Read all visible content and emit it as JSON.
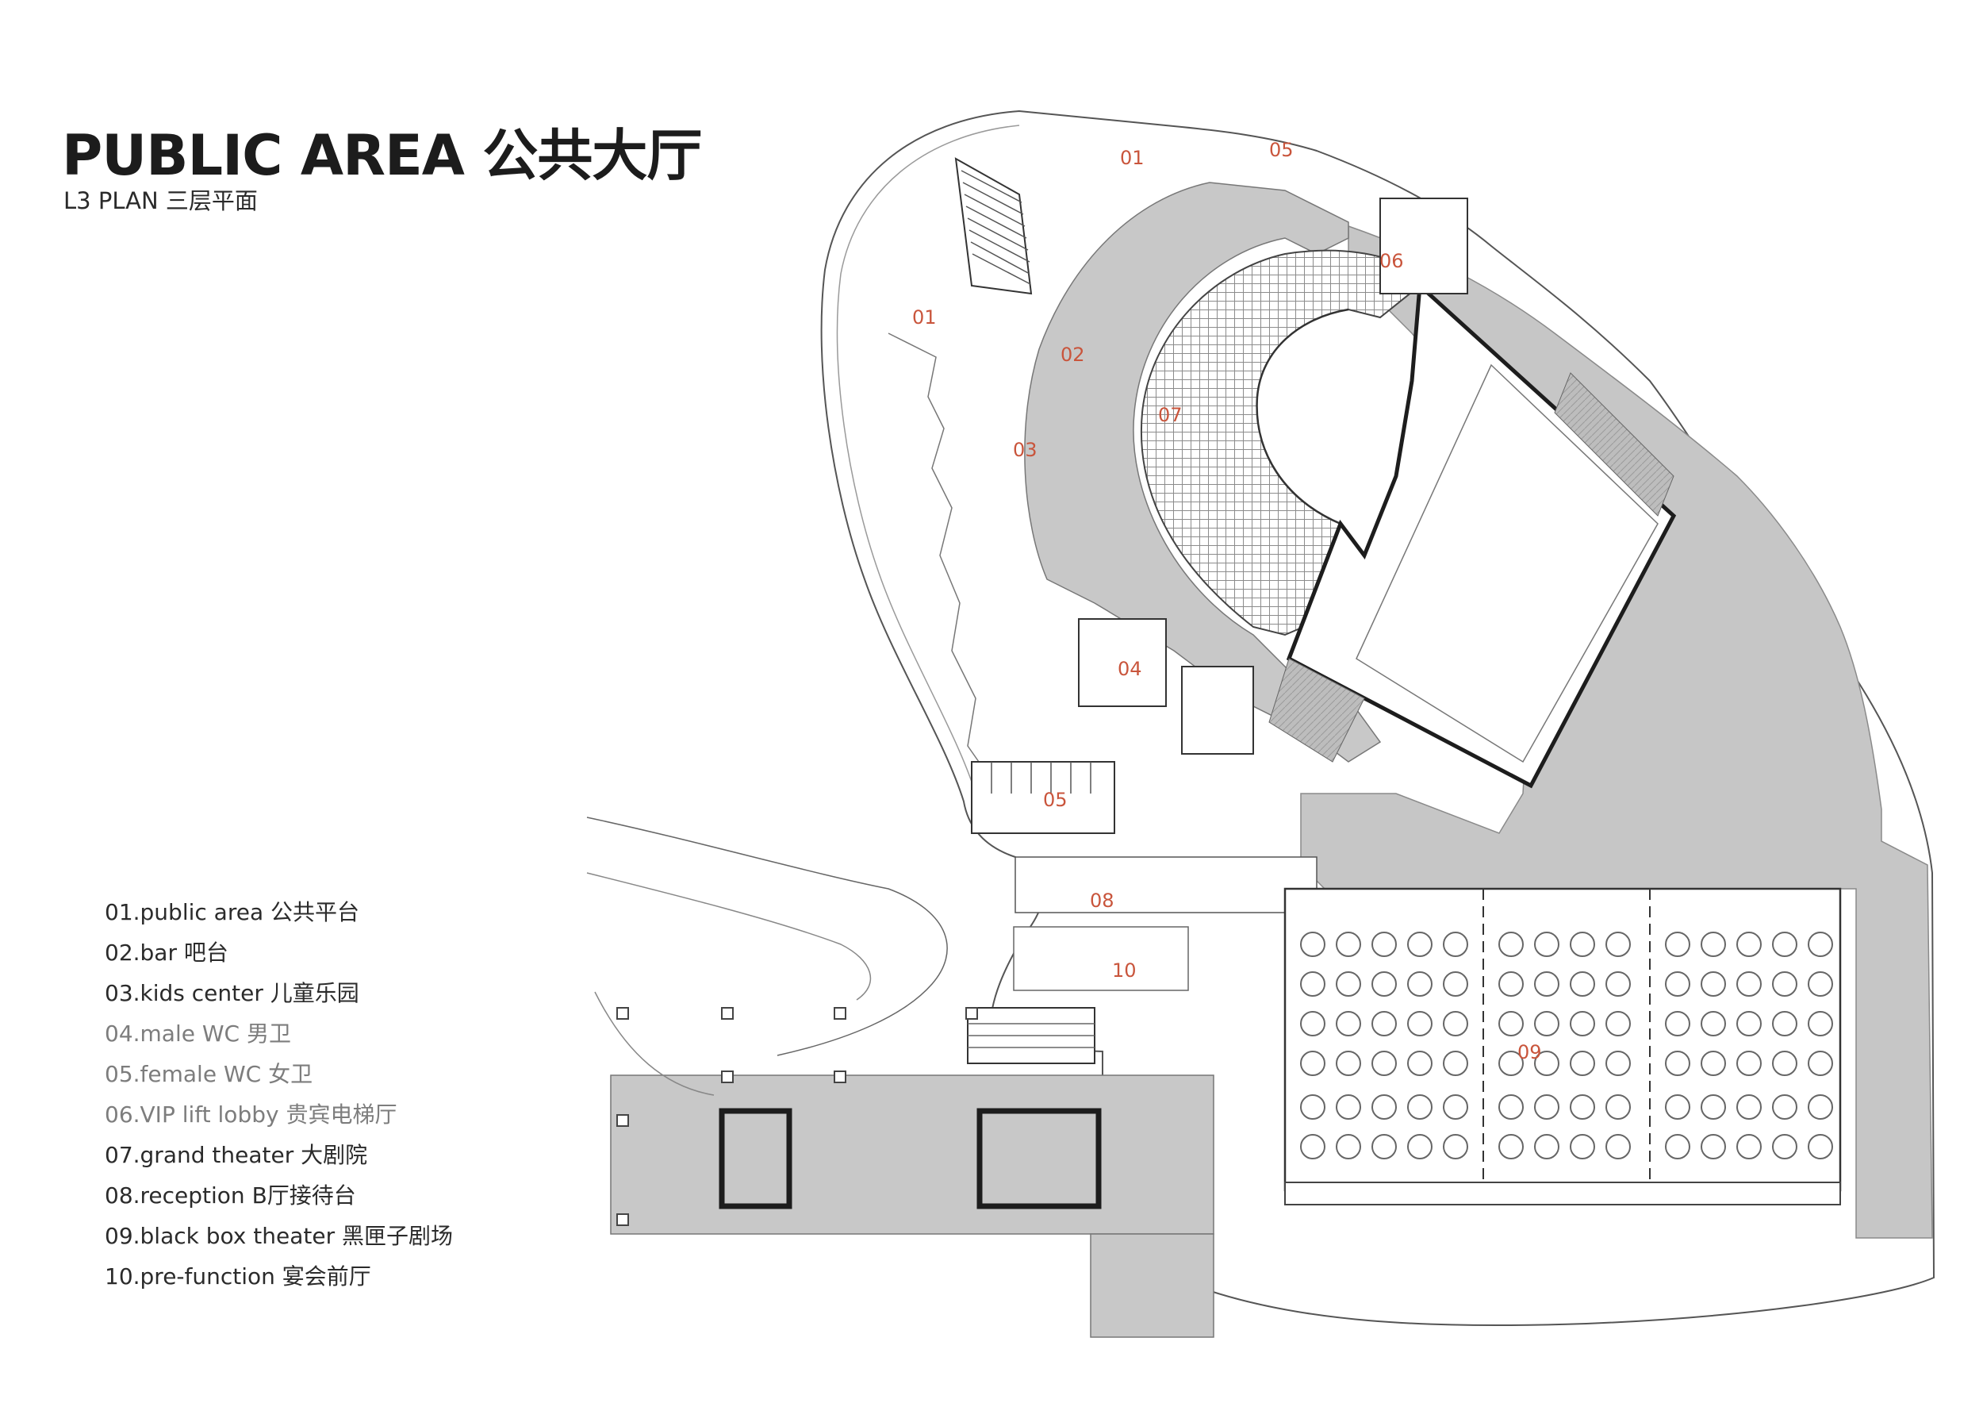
{
  "header": {
    "title": "PUBLIC AREA 公共大厅",
    "subtitle": "L3 PLAN 三层平面"
  },
  "legend": {
    "items": [
      {
        "label": "01.public area 公共平台",
        "dim": false
      },
      {
        "label": "02.bar 吧台",
        "dim": false
      },
      {
        "label": "03.kids center 儿童乐园",
        "dim": false
      },
      {
        "label": "04.male WC 男卫",
        "dim": true
      },
      {
        "label": "05.female WC 女卫",
        "dim": true
      },
      {
        "label": "06.VIP lift lobby 贵宾电梯厅",
        "dim": true
      },
      {
        "label": "07.grand theater 大剧院",
        "dim": false
      },
      {
        "label": "08.reception B厅接待台",
        "dim": false
      },
      {
        "label": "09.black box theater 黑匣子剧场",
        "dim": false
      },
      {
        "label": "10.pre-function 宴会前厅",
        "dim": false
      }
    ]
  },
  "plan": {
    "labels": [
      "01",
      "01",
      "02",
      "03",
      "04",
      "05",
      "05",
      "06",
      "07",
      "08",
      "09",
      "10"
    ],
    "colors": {
      "label": "#c9553c",
      "zone_fill": "#c8c8c8",
      "line": "#333333",
      "light_line": "#9a9a9a"
    }
  }
}
